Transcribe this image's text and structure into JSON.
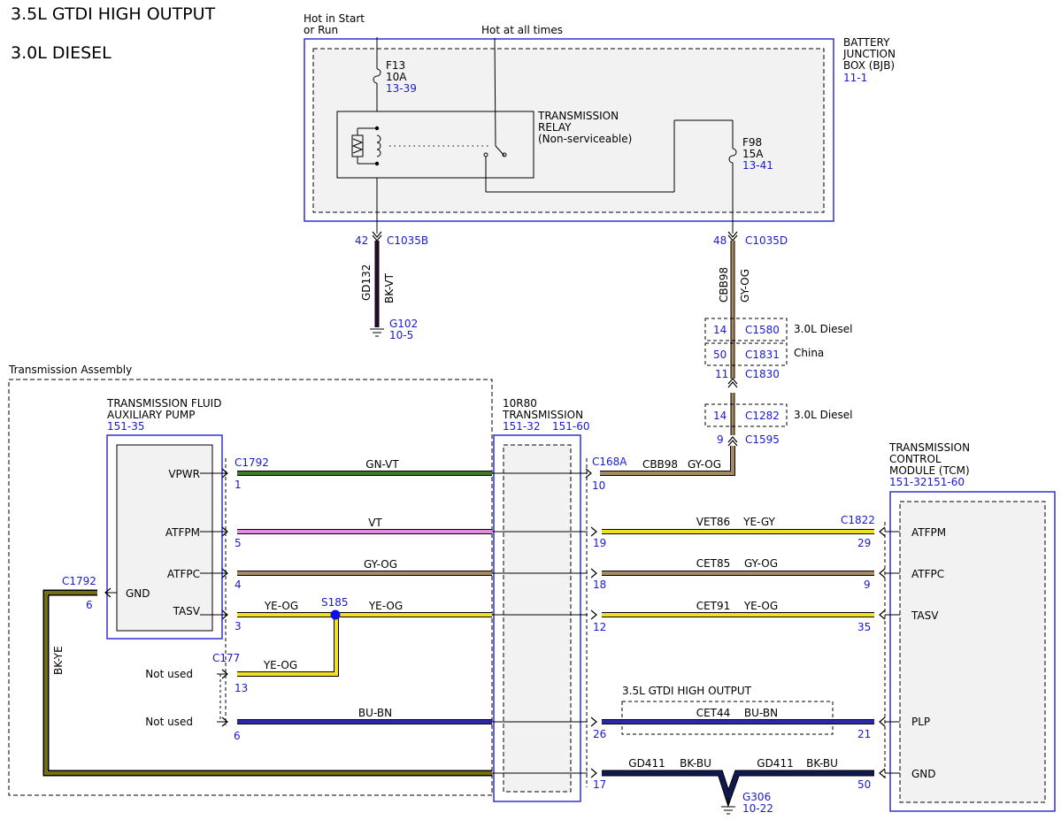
{
  "colors": {
    "blue_ref": "#1a1ad0",
    "box_outline": "#3030d0",
    "box_fill": "#f2f2f2",
    "wire_GN_VT": "#3a7a2a",
    "wire_VT": "#e58be0",
    "wire_GY_OG": "#a88a60",
    "wire_YE_OG": "#f0e020",
    "wire_BU_BN": "#2a2aa8",
    "wire_BK_BU": "#101850",
    "wire_BK_YE": "#e8e020",
    "wire_BK_VT": "#2a0a30",
    "splice_dot": "#1010e0"
  },
  "titles": {
    "line1": "3.5L GTDI HIGH OUTPUT",
    "line2": "3.0L DIESEL"
  },
  "bjb": {
    "hot_start_run_1": "Hot in Start",
    "hot_start_run_2": "or Run",
    "hot_all_times": "Hot at all times",
    "name_1": "BATTERY",
    "name_2": "JUNCTION",
    "name_3": "BOX (BJB)",
    "ref": "11-1",
    "f13_name": "F13",
    "f13_rating": "10A",
    "f13_ref": "13-39",
    "f98_name": "F98",
    "f98_rating": "15A",
    "f98_ref": "13-41",
    "relay_1": "TRANSMISSION",
    "relay_2": "RELAY",
    "relay_3": "(Non-serviceable)"
  },
  "ground_branch": {
    "pin": "42",
    "connector": "C1035B",
    "circuit": "GD132",
    "color": "BK-VT",
    "ground": "G102",
    "ground_ref": "10-5"
  },
  "power_branch": {
    "pin": "48",
    "connector": "C1035D",
    "circuit": "CBB98",
    "color": "GY-OG",
    "c1580_pin": "14",
    "c1580": "C1580",
    "c1580_note": "3.0L Diesel",
    "c1831_pin": "50",
    "c1831": "C1831",
    "c1831_note": "China",
    "c1830_pin": "11",
    "c1830": "C1830",
    "c1282_pin": "14",
    "c1282": "C1282",
    "c1282_note": "3.0L Diesel",
    "c1595_pin": "9",
    "c1595": "C1595"
  },
  "assembly": {
    "label": "Transmission Assembly"
  },
  "pump": {
    "name_1": "TRANSMISSION FLUID",
    "name_2": "AUXILIARY PUMP",
    "ref": "151-35",
    "pins": {
      "vpwr": "VPWR",
      "atfpm": "ATFPM",
      "atfpc": "ATFPC",
      "gnd": "GND",
      "tasv": "TASV"
    }
  },
  "transmission": {
    "name_1": "10R80",
    "name_2": "TRANSMISSION",
    "ref_1": "151-32",
    "ref_2": "151-60"
  },
  "tcm": {
    "name_1": "TRANSMISSION",
    "name_2": "CONTROL",
    "name_3": "MODULE (TCM)",
    "ref": "151-32151-60",
    "pins": {
      "atfpm": "ATFPM",
      "atfpc": "ATFPC",
      "tasv": "TASV",
      "plp": "PLP",
      "gnd": "GND"
    }
  },
  "left_wires": {
    "c1792_top": "C1792",
    "vpwr_pin": "1",
    "vpwr_color": "GN-VT",
    "atfpm_pin": "5",
    "atfpm_color": "VT",
    "atfpc_pin": "4",
    "atfpc_color": "GY-OG",
    "tasv_pin": "3",
    "tasv_color_a": "YE-OG",
    "tasv_color_b": "YE-OG",
    "splice": "S185",
    "c177": "C177",
    "c177_pin": "13",
    "c177_color": "YE-OG",
    "not_used_1": "Not used",
    "bu_pin": "6",
    "bu_color": "BU-BN",
    "not_used_2": "Not used",
    "gnd_conn": "C1792",
    "gnd_pin": "6",
    "gnd_color": "BK-YE"
  },
  "right_wires": {
    "c168a": "C168A",
    "vpwr_pin": "10",
    "vpwr_circuit": "CBB98",
    "vpwr_color": "GY-OG",
    "c1822": "C1822",
    "atfpm_left_pin": "19",
    "atfpm_circuit": "VET86",
    "atfpm_color": "YE-GY",
    "atfpm_right_pin": "29",
    "atfpc_left_pin": "18",
    "atfpc_circuit": "CET85",
    "atfpc_color": "GY-OG",
    "atfpc_right_pin": "9",
    "tasv_left_pin": "12",
    "tasv_circuit": "CET91",
    "tasv_color": "YE-OG",
    "tasv_right_pin": "35",
    "plp_option": "3.5L GTDI HIGH OUTPUT",
    "plp_left_pin": "26",
    "plp_circuit": "CET44",
    "plp_color": "BU-BN",
    "plp_right_pin": "21",
    "gnd_left_pin": "17",
    "gnd_circuit_a": "GD411",
    "gnd_color_a": "BK-BU",
    "gnd_circuit_b": "GD411",
    "gnd_color_b": "BK-BU",
    "gnd_right_pin": "50",
    "ground": "G306",
    "ground_ref": "10-22"
  }
}
